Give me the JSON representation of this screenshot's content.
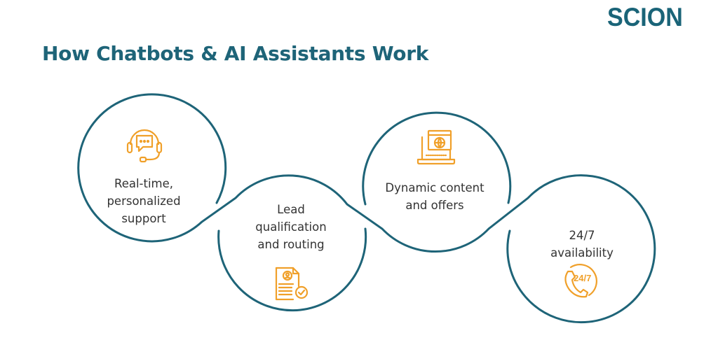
{
  "brand": {
    "logo": "SCION"
  },
  "header": {
    "title": "How Chatbots & AI Assistants Work"
  },
  "colors": {
    "teal": "#1e6478",
    "orange": "#f0a02a",
    "text": "#333333"
  },
  "steps": [
    {
      "icon": "headset-chat-icon",
      "lines": [
        "Real-time,",
        "personalized",
        "support"
      ]
    },
    {
      "icon": "document-check-icon",
      "lines": [
        "Lead",
        "qualification",
        "and routing"
      ]
    },
    {
      "icon": "laptop-globe-icon",
      "lines": [
        "Dynamic content",
        "and offers"
      ]
    },
    {
      "icon": "phone-24-7-icon",
      "lines": [
        "24/7",
        "availability"
      ],
      "badge": "24/7"
    }
  ]
}
